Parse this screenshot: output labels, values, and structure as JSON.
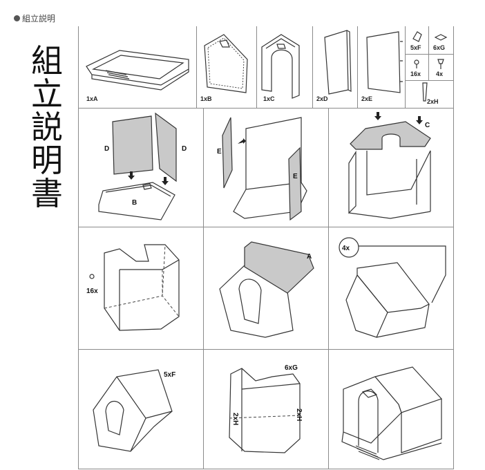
{
  "header": {
    "bullet_icon": "filled-circle",
    "title": "組立説明"
  },
  "side_title": {
    "chars": [
      "組",
      "立",
      "説",
      "明",
      "書"
    ]
  },
  "parts": [
    {
      "label": "1xA",
      "part": "roof-top"
    },
    {
      "label": "1xB",
      "part": "floor-base"
    },
    {
      "label": "1xC",
      "part": "front-wall-with-door"
    },
    {
      "label": "2xD",
      "part": "side-panel"
    },
    {
      "label": "2xE",
      "part": "side-panel-with-tabs"
    },
    {
      "label": "5xF",
      "part": "clip"
    },
    {
      "label": "6xG",
      "part": "bracket"
    },
    {
      "label": "16x",
      "part": "small-screw"
    },
    {
      "label": "4x",
      "part": "large-screw"
    },
    {
      "label": "2xH",
      "part": "pin"
    }
  ],
  "steps": [
    {
      "step": 1,
      "labels": [
        "D",
        "D",
        "B"
      ]
    },
    {
      "step": 2,
      "labels": [
        "E",
        "E"
      ]
    },
    {
      "step": 3,
      "labels": [
        "C"
      ]
    },
    {
      "step": 4,
      "labels": [
        "16x"
      ]
    },
    {
      "step": 5,
      "labels": [
        "A"
      ]
    },
    {
      "step": 6,
      "labels": [
        "4x"
      ]
    },
    {
      "step": 7,
      "labels": [
        "5xF"
      ]
    },
    {
      "step": 8,
      "labels": [
        "6xG",
        "2xH",
        "2xH"
      ]
    },
    {
      "step": 9,
      "labels": []
    }
  ],
  "colors": {
    "grid_line": "#8a8a8a",
    "panel_fill": "#c9c9c9",
    "ink": "#222222"
  }
}
